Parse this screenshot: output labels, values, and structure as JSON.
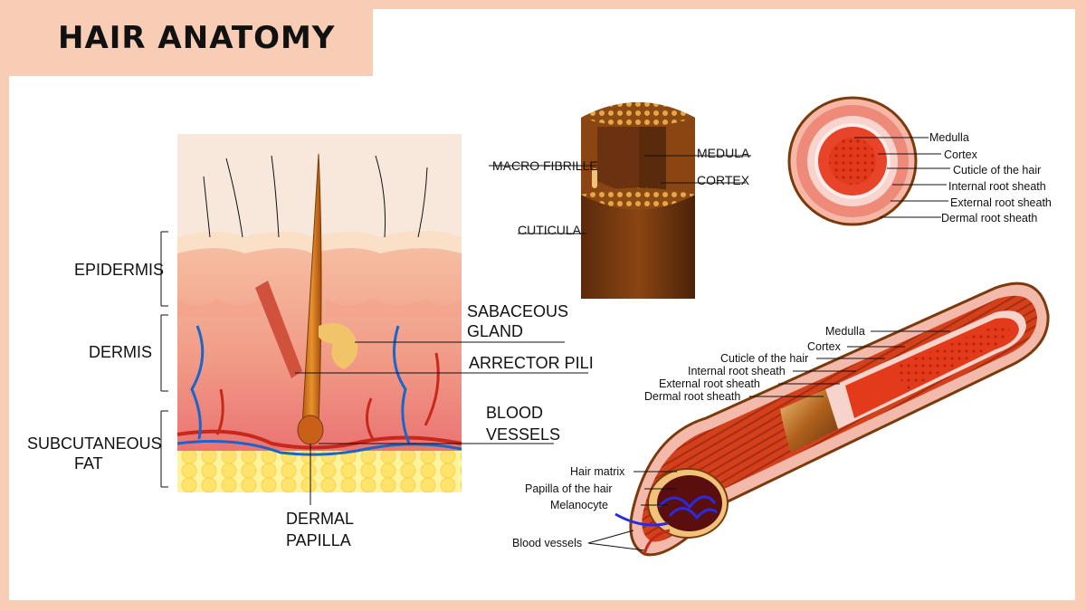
{
  "title": "HAIR ANATOMY",
  "skin_section": {
    "layers": [
      "EPIDERMIS",
      "DERMIS",
      "SUBCUTANEOUS",
      "FAT"
    ],
    "labels": {
      "sabaceous_1": "SABACEOUS",
      "sabaceous_2": "GLAND",
      "arrector": "ARRECTOR PILI",
      "blood_1": "BLOOD",
      "blood_2": "VESSELS",
      "dermal_1": "DERMAL",
      "dermal_2": "PAPILLA"
    }
  },
  "shaft": {
    "labels": {
      "macro": "MACRO FIBRILLE",
      "medula": "MEDULA",
      "cortex": "CORTEX",
      "cuticula": "CUTICULA"
    }
  },
  "cross_section": {
    "labels": [
      "Medulla",
      "Cortex",
      "Cuticle of the hair",
      "Internal root sheath",
      "External root sheath",
      "Dermal root sheath"
    ]
  },
  "follicle": {
    "labels": [
      "Medulla",
      "Cortex",
      "Cuticle of the hair",
      "Internal root sheath",
      "External root sheath",
      "Dermal root sheath"
    ],
    "bulb_labels": [
      "Hair matrix",
      "Papilla of the hair",
      "Melanocyte",
      "Blood vessels"
    ]
  }
}
